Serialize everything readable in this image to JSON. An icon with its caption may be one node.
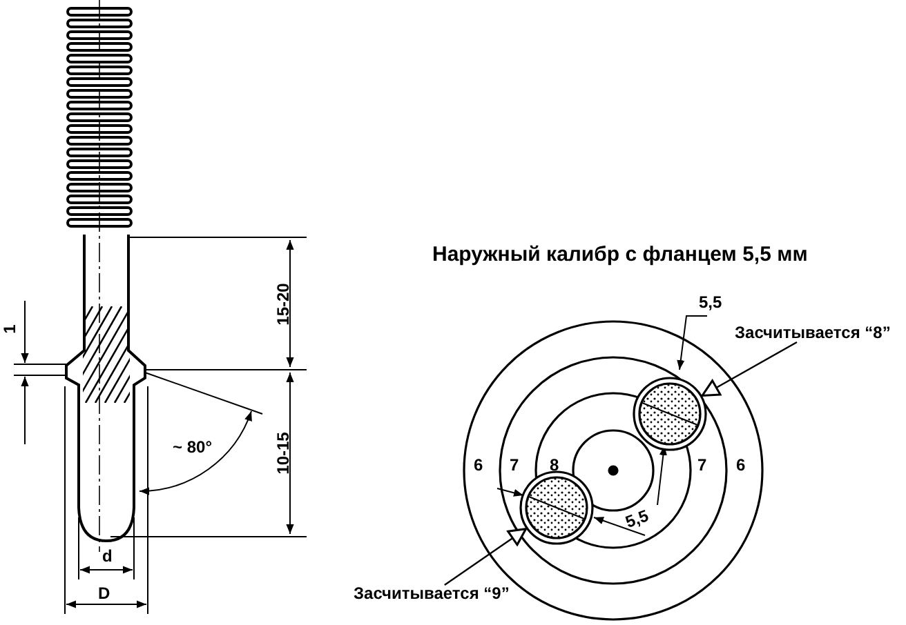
{
  "diagram": {
    "title": "Наружный калибр с фланцем 5,5 мм",
    "nodes": [
      {
        "text": [
          "Засчитывается “8”"
        ]
      },
      {
        "text": [],
        "shape": "circle"
      },
      {
        "text": [
          "Засчитывается “9”"
        ]
      },
      {
        "text": [],
        "shape": "circle"
      }
    ],
    "edges": [
      {
        "from": 0,
        "to": 1,
        "arrow": "to"
      },
      {
        "from": 2,
        "to": 3,
        "arrow": "to"
      }
    ],
    "labels": [
      "1",
      "15-20",
      "10-15",
      "~ 80°",
      "d",
      "D",
      "5,5",
      "6",
      "7",
      "8",
      "7",
      "6",
      "5,5"
    ]
  }
}
